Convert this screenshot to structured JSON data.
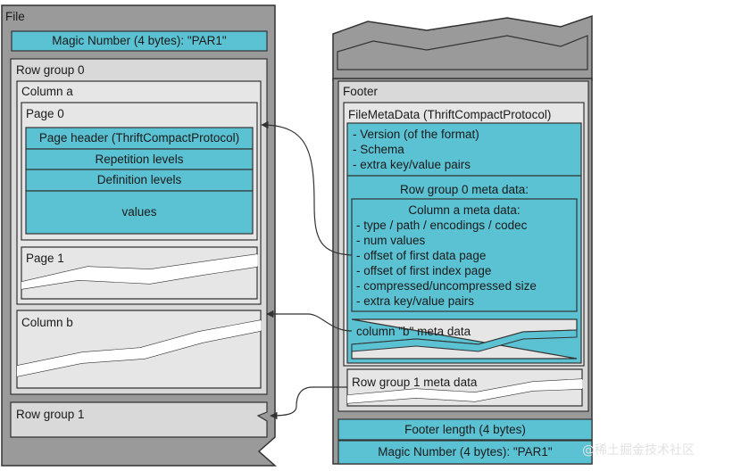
{
  "file": {
    "title": "File",
    "magic_top": "Magic Number (4 bytes): \"PAR1\"",
    "row_group_0": "Row group 0",
    "column_a": "Column a",
    "page_0": "Page 0",
    "page_header": "Page header (ThriftCompactProtocol)",
    "repetition_levels": "Repetition levels",
    "definition_levels": "Definition levels",
    "values": "values",
    "page_1": "Page 1",
    "column_b": "Column b",
    "row_group_1": "Row group 1"
  },
  "footer": {
    "title": "Footer",
    "file_meta_data": "FileMetaData (ThriftCompactProtocol)",
    "file_items": [
      "- Version (of the format)",
      "- Schema",
      "- extra key/value pairs"
    ],
    "row_group_0_meta": "Row group 0 meta data:",
    "column_a_meta": "Column a meta data:",
    "column_a_items": [
      "- type / path / encodings / codec",
      "- num values",
      "- offset of first data page",
      "- offset of first index page",
      "- compressed/uncompressed size",
      "- extra key/value pairs"
    ],
    "column_b_meta": "column \"b\" meta data",
    "row_group_1_meta": "Row group 1 meta data",
    "footer_length": "Footer length (4 bytes)",
    "magic_bottom": "Magic Number (4 bytes): \"PAR1\""
  },
  "watermark": "@稀土掘金技术社区",
  "colors": {
    "outer_gray": "#9a9a9a",
    "panel_gray": "#d9d9d9",
    "light_gray": "#e6e6e6",
    "cyan": "#5bc2d3",
    "stroke": "#333333"
  }
}
